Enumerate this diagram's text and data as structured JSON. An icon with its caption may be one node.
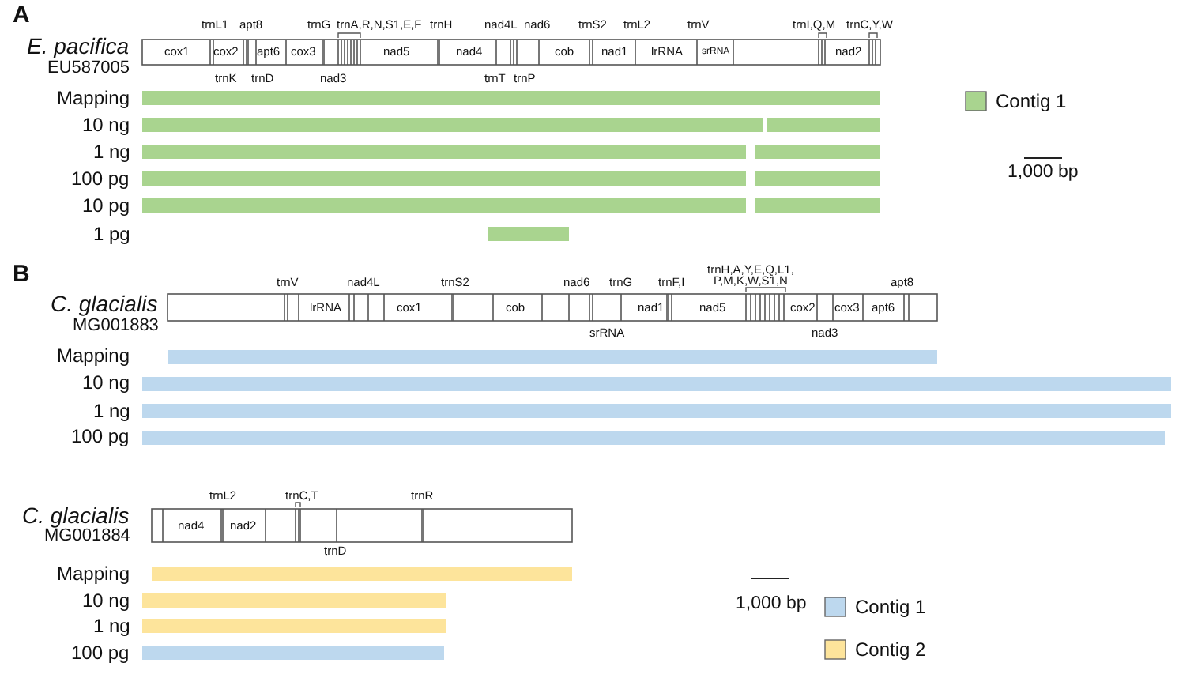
{
  "diagram": {
    "labels": [
      "A",
      "trnL1",
      "apt8",
      "trnG",
      "trnA,R,N,S1,E,F",
      "trnH",
      "nad4L",
      "nad6",
      "trnS2",
      "trnL2",
      "trnV",
      "trnI,Q,M",
      "trnC,Y,W",
      "E. pacifica",
      "cox1",
      "cox2",
      "apt6",
      "cox3",
      "nad5",
      "nad4",
      "cob",
      "nad1",
      "lrRNA",
      "srRNA",
      "nad2",
      "EU587005",
      "trnK",
      "trnD",
      "nad3",
      "trnT",
      "trnP",
      "Mapping",
      "10 ng",
      "1 ng",
      "100 pg",
      "10 pg",
      "1 pg",
      "1,000 bp",
      "B",
      "trnH,A,Y,E,Q,L1, P,M,K,W,S1,N",
      "trnV",
      "nad4L",
      "trnS2",
      "nad6",
      "trnG",
      "trnF,I",
      "apt8",
      "C. glacialis",
      "lrRNA",
      "cox1",
      "cob",
      "nad1",
      "nad5",
      "cox2",
      "cox3",
      "apt6",
      "MG001883",
      "srRNA",
      "nad3",
      "Mapping",
      "10 ng",
      "1 ng",
      "100 pg",
      "trnL2",
      "trnC,T",
      "trnR",
      "C. glacialis",
      "nad4",
      "nad2",
      "MG001884",
      "trnD",
      "Mapping",
      "10 ng",
      "1 ng",
      "100 pg",
      "1,000 bp"
    ],
    "legend": [
      {
        "text": "Contig 1",
        "color": "#a9d48f"
      },
      {
        "text": "Contig 1",
        "color": "#bdd8ee"
      },
      {
        "text": "Contig 2",
        "color": "#fde49b"
      }
    ]
  }
}
